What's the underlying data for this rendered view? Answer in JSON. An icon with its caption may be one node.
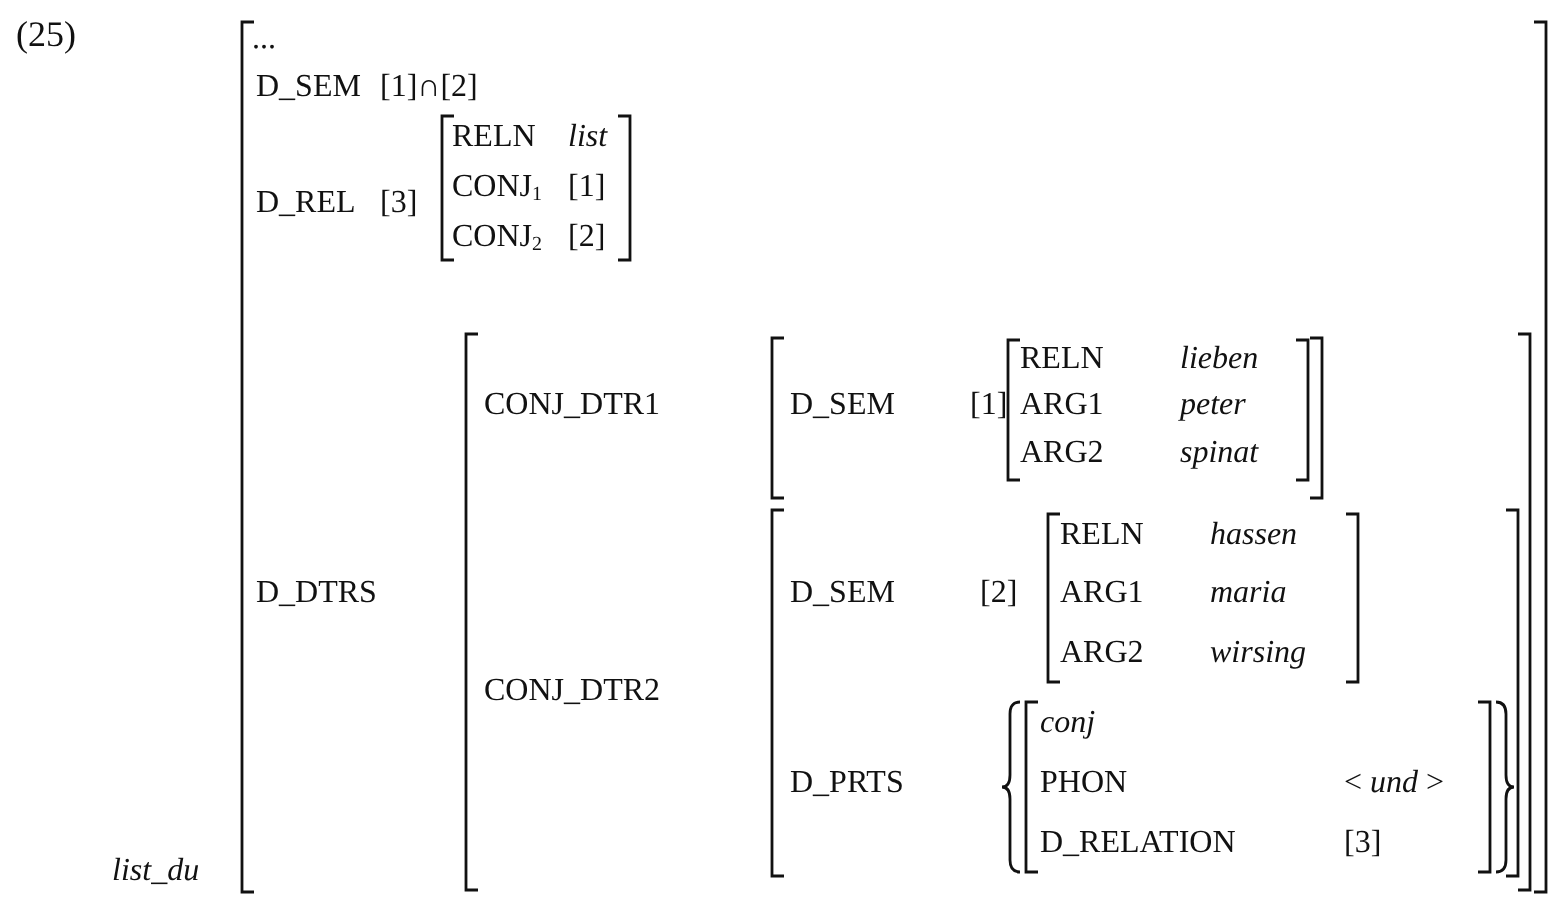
{
  "diagram": {
    "nodes": [
      {
        "text": [
          "...",
          "D_SEM",
          "[1]∩[2]",
          "D_REL",
          "[3]",
          "D_DTRS"
        ],
        "beside": [
          "list_du"
        ]
      },
      {
        "text": [
          "RELN",
          "list",
          "CONJ$_{1}$",
          "[1]",
          "CONJ$_{2}$",
          "[2]"
        ],
        "in": 0
      },
      {
        "text": [
          "CONJ_DTR1",
          "CONJ_DTR2"
        ],
        "in": 0
      },
      {
        "text": [
          "D_SEM",
          "[1]"
        ],
        "in": 2
      },
      {
        "text": [
          "RELN",
          "lieben",
          "ARG1",
          "peter",
          "ARG2",
          "spinat"
        ],
        "in": 3
      },
      {
        "text": [
          "D_SEM",
          "[2]",
          "D_PRTS"
        ],
        "in": 2
      },
      {
        "text": [
          "RELN",
          "hassen",
          "ARG1",
          "maria",
          "ARG2",
          "wirsing"
        ],
        "in": 5
      },
      {
        "text": [
          "conj",
          "PHON",
          "< *und* >",
          "D_RELATION",
          "[3]"
        ],
        "in": 5
      }
    ],
    "edges": [],
    "labels": [
      "(25)"
    ]
  }
}
